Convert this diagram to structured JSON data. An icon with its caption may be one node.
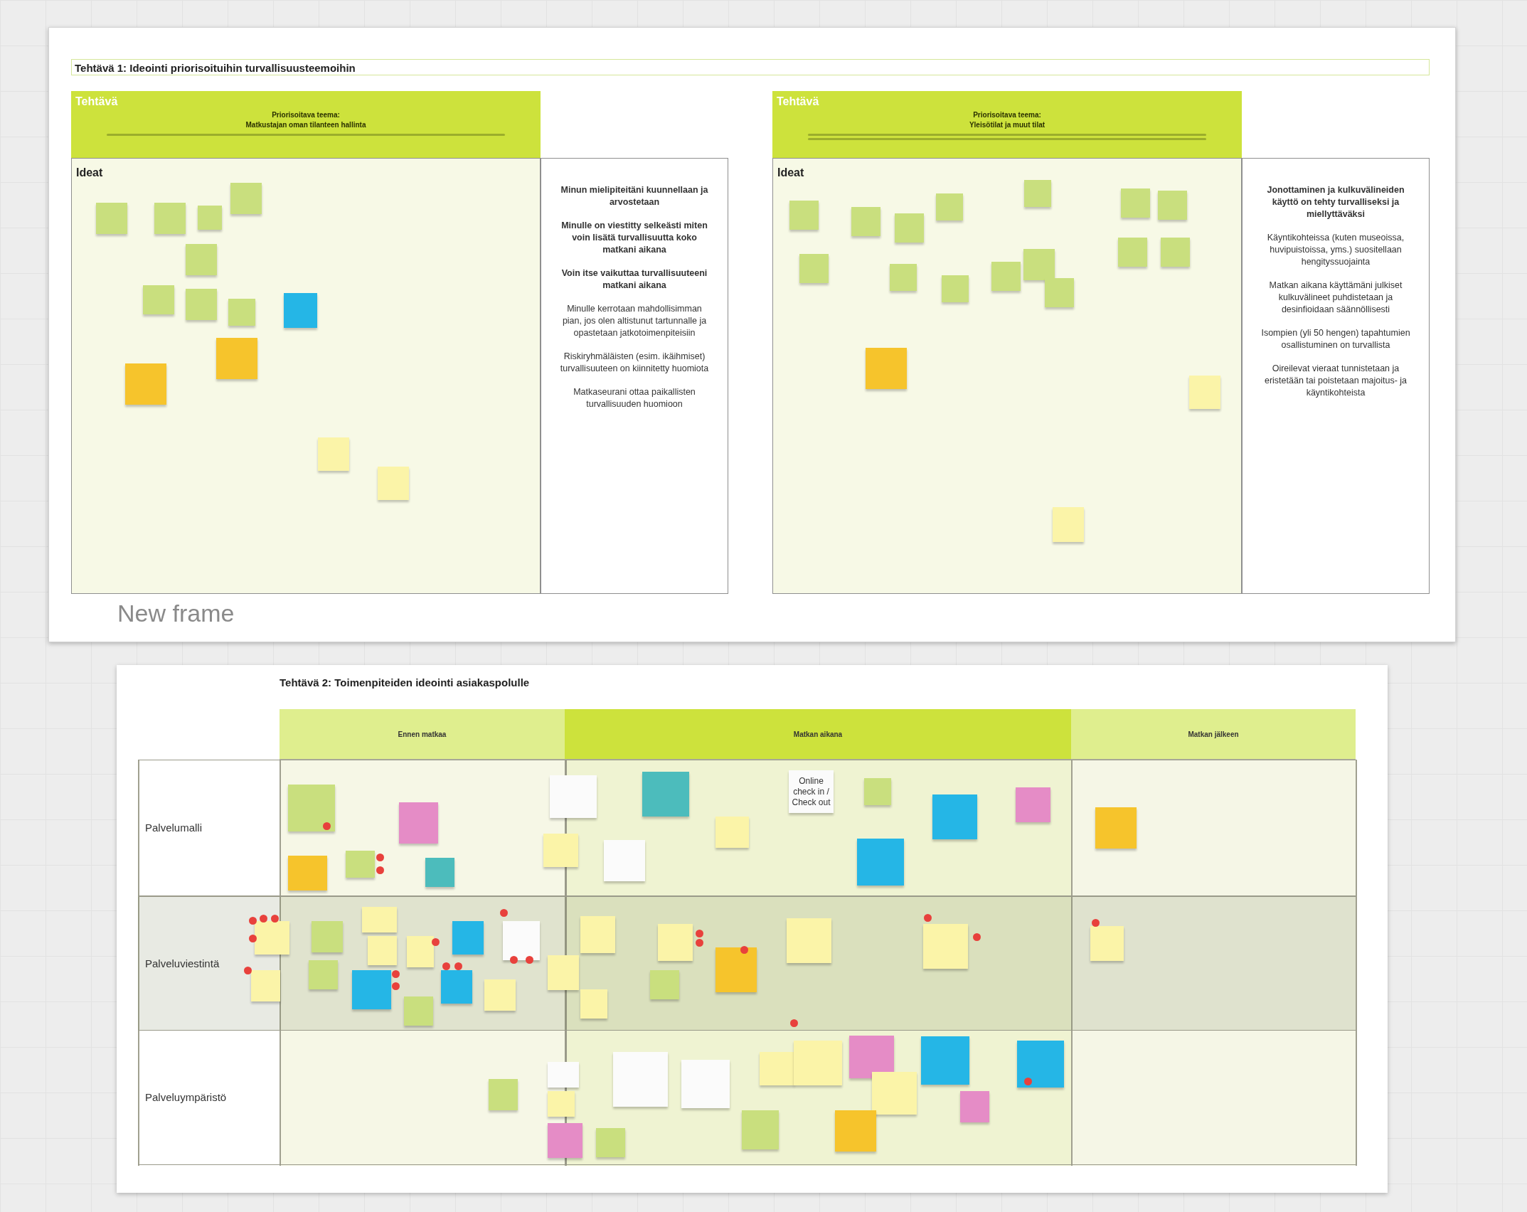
{
  "diagram": {
    "nodes": [
      {
        "text": [
          "New frame"
        ]
      },
      {
        "text": [
          "Tehtävä 1: Ideointi priorisoituihin turvallisuusteemoihin"
        ],
        "in": 0
      },
      {
        "text": [
          "Tehtävä",
          "Priorisoitava teema:",
          "Matkustajan oman tilanteen hallinta"
        ],
        "in": 0
      },
      {
        "text": [
          "Ideat"
        ],
        "in": 0
      },
      {
        "text": [
          "Minun mielipiteitäni kuunnellaan ja arvostetaan",
          "Minulle on viestitty selkeästi miten voin lisätä turvallisuutta koko matkani aikana",
          "Voin itse vaikuttaa turvallisuuteeni matkani aikana",
          "Minulle kerrotaan mahdollisimman pian, jos olen altistunut tartunnalle ja opastetaan jatkotoimenpiteisiin",
          "Riskiryhmäläisten (esim. ikäihmiset) turvallisuuteen on kiinnitetty huomiota",
          "Matkaseurani ottaa paikallisten turvallisuuden huomioon"
        ],
        "in": 0
      },
      {
        "text": [
          "Tehtävä",
          "Priorisoitava teema:",
          "Yleisötilat ja muut tilat"
        ],
        "in": 0
      },
      {
        "text": [
          "Ideat"
        ],
        "in": 0
      },
      {
        "text": [
          "Jonottaminen ja kulkuvälineiden käyttö on tehty turvalliseksi ja miellyttäväksi",
          "Käyntikohteissa (kuten museoissa, huvipuistoissa, yms.) suositellaan hengityssuojainta",
          "Matkan aikana käyttämäni julkiset kulkuvälineet puhdistetaan ja desinfioidaan säännöllisesti",
          "Isompien (yli 50 hengen) tapahtumien osallistuminen on turvallista",
          "Oireilevat vieraat tunnistetaan ja eristetään tai poistetaan majoitus- ja käyntikohteista"
        ],
        "in": 0
      },
      {
        "text": [],
        "shape": "box",
        "in": 3
      },
      {
        "text": [],
        "shape": "box",
        "in": 3
      },
      {
        "text": [],
        "shape": "box",
        "in": 3
      },
      {
        "text": [],
        "shape": "box",
        "in": 3
      },
      {
        "text": [],
        "shape": "box",
        "in": 3
      },
      {
        "text": [],
        "shape": "box",
        "in": 3
      },
      {
        "text": [],
        "shape": "box",
        "in": 3
      },
      {
        "text": [],
        "shape": "box",
        "in": 3
      },
      {
        "text": [],
        "shape": "box",
        "in": 3
      },
      {
        "text": [],
        "shape": "box",
        "in": 3
      },
      {
        "text": [],
        "shape": "box",
        "in": 3
      },
      {
        "text": [],
        "shape": "box",
        "in": 3
      },
      {
        "text": [],
        "shape": "box",
        "in": 3
      },
      {
        "text": [],
        "shape": "box",
        "in": 6
      },
      {
        "text": [],
        "shape": "box",
        "in": 6
      },
      {
        "text": [],
        "shape": "box",
        "in": 6
      },
      {
        "text": [],
        "shape": "box",
        "in": 6
      },
      {
        "text": [],
        "shape": "box",
        "in": 6
      },
      {
        "text": [],
        "shape": "box",
        "in": 6
      },
      {
        "text": [],
        "shape": "box",
        "in": 6
      },
      {
        "text": [],
        "shape": "box",
        "in": 6
      },
      {
        "text": [],
        "shape": "box",
        "in": 6
      },
      {
        "text": [],
        "shape": "box",
        "in": 6
      },
      {
        "text": [],
        "shape": "box",
        "in": 6
      },
      {
        "text": [],
        "shape": "box",
        "in": 6
      },
      {
        "text": [],
        "shape": "box",
        "in": 6
      },
      {
        "text": [],
        "shape": "box",
        "in": 6
      },
      {
        "text": [],
        "shape": "box",
        "in": 6
      },
      {
        "text": [],
        "shape": "box",
        "in": 6
      },
      {
        "text": [],
        "shape": "box",
        "in": 6
      },
      {
        "text": [],
        "shape": "box",
        "in": 6
      },
      {
        "text": [
          "Tehtävä 2: Toimenpiteiden ideointi asiakaspolulle"
        ]
      },
      {
        "text": [
          "Ennen matkaa"
        ],
        "in": 39
      },
      {
        "text": [
          "Matkan aikana"
        ],
        "in": 39
      },
      {
        "text": [
          "Matkan jälkeen"
        ],
        "in": 39
      },
      {
        "text": [
          "Palvelumalli"
        ],
        "in": 39
      },
      {
        "text": [
          "Palveluviestintä"
        ],
        "in": 39
      },
      {
        "text": [
          "Palveluympäristö"
        ],
        "in": 39
      },
      {
        "text": [],
        "shape": "box",
        "in": 43
      },
      {
        "text": [],
        "shape": "box",
        "in": 43
      },
      {
        "text": [],
        "shape": "box",
        "in": 43
      },
      {
        "text": [],
        "shape": "box",
        "in": 43
      },
      {
        "text": [],
        "shape": "box",
        "in": 43
      },
      {
        "text": [],
        "shape": "box",
        "in": 43
      },
      {
        "text": [],
        "shape": "box",
        "in": 43
      },
      {
        "text": [],
        "shape": "box",
        "in": 43
      },
      {
        "text": [],
        "shape": "box",
        "in": 43
      },
      {
        "text": [],
        "shape": "box",
        "in": 43
      },
      {
        "text": [
          "Online check in / Check out"
        ],
        "in": 43
      },
      {
        "text": [],
        "shape": "box",
        "in": 43
      },
      {
        "text": [],
        "shape": "box",
        "in": 43
      },
      {
        "text": [],
        "shape": "box",
        "in": 43
      },
      {
        "text": [],
        "shape": "box",
        "in": 43
      },
      {
        "text": [],
        "shape": "box",
        "in": 43
      },
      {
        "text": [],
        "shape": "box",
        "in": 44
      },
      {
        "text": [],
        "shape": "box",
        "in": 44
      },
      {
        "text": [],
        "shape": "box",
        "in": 44
      },
      {
        "text": [],
        "shape": "box",
        "in": 44
      },
      {
        "text": [],
        "shape": "box",
        "in": 44
      },
      {
        "text": [],
        "shape": "box",
        "in": 44
      },
      {
        "text": [],
        "shape": "box",
        "in": 44
      },
      {
        "text": [],
        "shape": "box",
        "in": 44
      },
      {
        "text": [],
        "shape": "box",
        "in": 44
      },
      {
        "text": [],
        "shape": "box",
        "in": 44
      },
      {
        "text": [],
        "shape": "box",
        "in": 44
      },
      {
        "text": [],
        "shape": "box",
        "in": 44
      },
      {
        "text": [],
        "shape": "box",
        "in": 44
      },
      {
        "text": [],
        "shape": "box",
        "in": 44
      },
      {
        "text": [],
        "shape": "box",
        "in": 44
      },
      {
        "text": [],
        "shape": "box",
        "in": 44
      },
      {
        "text": [],
        "shape": "box",
        "in": 44
      },
      {
        "text": [],
        "shape": "box",
        "in": 44
      },
      {
        "text": [],
        "shape": "box",
        "in": 44
      },
      {
        "text": [],
        "shape": "box",
        "in": 44
      },
      {
        "text": [],
        "shape": "box",
        "in": 44
      },
      {
        "text": [],
        "shape": "box",
        "in": 44
      },
      {
        "text": [],
        "shape": "box",
        "in": 45
      },
      {
        "text": [],
        "shape": "box",
        "in": 45
      },
      {
        "text": [],
        "shape": "box",
        "in": 45
      },
      {
        "text": [],
        "shape": "box",
        "in": 45
      },
      {
        "text": [],
        "shape": "box",
        "in": 45
      },
      {
        "text": [],
        "shape": "box",
        "in": 45
      },
      {
        "text": [],
        "shape": "box",
        "in": 45
      },
      {
        "text": [],
        "shape": "box",
        "in": 45
      },
      {
        "text": [],
        "shape": "box",
        "in": 45
      },
      {
        "text": [],
        "shape": "box",
        "in": 45
      },
      {
        "text": [],
        "shape": "box",
        "in": 45
      },
      {
        "text": [],
        "shape": "box",
        "in": 45
      },
      {
        "text": [],
        "shape": "box",
        "in": 45
      },
      {
        "text": [],
        "shape": "box",
        "in": 45
      },
      {
        "text": [],
        "shape": "box",
        "in": 45
      },
      {
        "text": [],
        "shape": "box",
        "in": 45
      }
    ]
  }
}
